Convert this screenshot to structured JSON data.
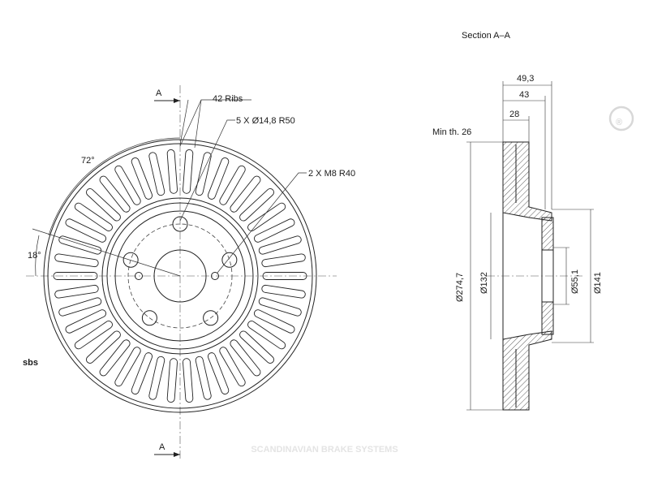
{
  "watermark": {
    "logo": "sbs",
    "registered": "®",
    "tagline": "SCANDINAVIAN BRAKE SYSTEMS"
  },
  "front_view": {
    "section_marker_top": "A",
    "section_marker_bottom": "A",
    "ribs_label": "42 Ribs",
    "bolt_holes_label": "5 X Ø14,8   R50",
    "threaded_holes_label": "2 X M8   R40",
    "angle_72": "72°",
    "angle_18": "18°"
  },
  "section_view": {
    "title": "Section A–A",
    "min_thickness": "Min th. 26",
    "dim_49_3": "49,3",
    "dim_43": "43",
    "dim_28": "28",
    "dia_outer": "Ø274,7",
    "dia_132": "Ø132",
    "dia_55_1": "Ø55,1",
    "dia_141": "Ø141"
  },
  "colors": {
    "line": "#222222",
    "watermark": "#e3e3e3"
  }
}
